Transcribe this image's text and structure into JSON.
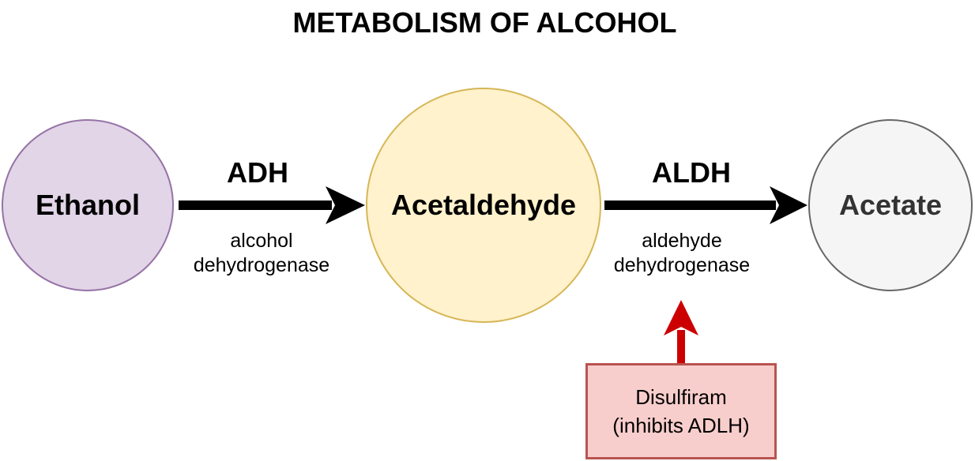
{
  "title": "METABOLISM OF ALCOHOL",
  "nodes": {
    "ethanol": "Ethanol",
    "acetaldehyde": "Acetaldehyde",
    "acetate": "Acetate"
  },
  "enzymes": {
    "adh": {
      "abbr": "ADH",
      "full": "alcohol\ndehydrogenase"
    },
    "aldh": {
      "abbr": "ALDH",
      "full": "aldehyde\ndehydrogenase"
    }
  },
  "inhibitor": {
    "line1": "Disulfiram",
    "line2": "(inhibits ADLH)"
  },
  "colors": {
    "ethanol_fill": "#e1d5e7",
    "ethanol_stroke": "#9673a6",
    "acetaldehyde_fill": "#fff2cc",
    "acetaldehyde_stroke": "#d6b656",
    "acetate_fill": "#f5f5f5",
    "acetate_stroke": "#666666",
    "inhibitor_fill": "#f8cecc",
    "inhibitor_stroke": "#b85450",
    "inhibit_arrow": "#cc0000"
  }
}
